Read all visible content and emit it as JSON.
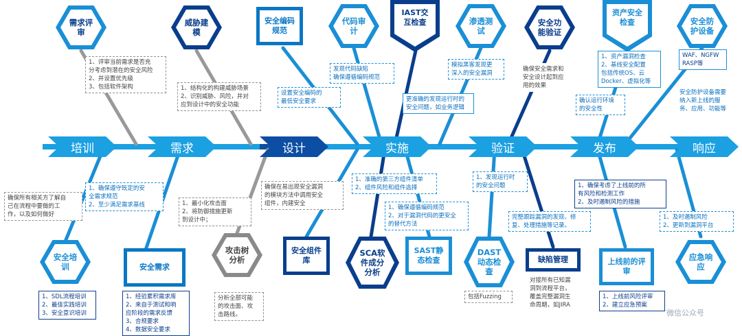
{
  "stages": [
    "培训",
    "需求",
    "设计",
    "实施",
    "验证",
    "发布",
    "响应"
  ],
  "activities": {
    "security_training": "安全培训",
    "requirement_review": "需求评审",
    "security_requirements": "安全需求",
    "threat_modeling": "威胁建模",
    "attack_tree": "攻击树分析",
    "secure_coding": "安全编码规范",
    "security_component_lib": "安全组件库",
    "code_audit": "代码审计",
    "sca": "SCA软件成分分析",
    "iast": "IAST交互检查",
    "sast": "SAST静态检查",
    "pentest": "渗透测试",
    "dast": "DAST动态检查",
    "security_function_verify": "安全功能验证",
    "defect_mgmt": "缺陷管理",
    "asset_check": "资产安全检查",
    "prelaunch_review": "上线前的评审",
    "protection_devices": "安全防护设备",
    "emergency_response": "应急响应"
  },
  "notes": {
    "review": [
      "1、评审当前需求是否充",
      "分考虑到潜在的安全风险",
      "2、并设置优先级",
      "3、包括软件架构"
    ],
    "threat": [
      "1、结构化的构建威胁场景",
      "2、识别威胁、风险，并对",
      "应到设计中的安全功能"
    ],
    "coding": [
      "设置安全编码的",
      "最低安全要求"
    ],
    "audit": [
      "发现代码缺陷",
      "确保遵循编码规范"
    ],
    "iast": [
      "更准确的发现运行时的",
      "安全问题，如业务逻辑"
    ],
    "pentest": [
      "模拟黑客发现更",
      "深入的安全漏洞"
    ],
    "func_verify": [
      "确保安全需求和",
      "安全设计起到应",
      "用的效果"
    ],
    "asset_runtime": [
      "确认运行环境",
      "的安全性"
    ],
    "asset_list": [
      "1、资产漏洞检查",
      "2、基线安全配置",
      "包括传统OS、云",
      "Docker、虚拟化等"
    ],
    "devices": [
      "WAF、NGFW",
      "RASP等"
    ],
    "devices_note": [
      "安全防护设备需要",
      "纳入新上线的服",
      "务、应用、功能等"
    ],
    "training": [
      "确保所有相关方了解自",
      "己在流程中要做的工",
      "作，以及如何做好"
    ],
    "req_note": [
      "1、确保遵守既定的安",
      "全需求规范",
      "2、至少满足需求基线"
    ],
    "attack_note": [
      "1、最小化攻击面",
      "2、将防御措施更新",
      "到设计中；"
    ],
    "design_note": [
      "确保在易出现安全漏洞",
      "的模块方法中调用安全",
      "组件，内建安全"
    ],
    "impl_note": [
      "1、准确的第三方组件清单",
      "2、组件风险和组件选择"
    ],
    "sca_note": [
      "1、确保遵循编码规范",
      "2、对于漏洞代码的更安全",
      "的替代方法"
    ],
    "dast_note": [
      "1、发现运行时",
      "的安全问题"
    ],
    "defect_note": [
      "完整跟踪漏洞的发现、修",
      "复、处理措施等记录。"
    ],
    "release_note": [
      "1、确保考虑了上线前的所",
      "有风险和检测工作",
      "2、及时遏制风险的措施"
    ],
    "response_note": [
      "1、及时遏制风险",
      "2、更新到漏洞平台"
    ],
    "training_list": [
      "1、SDL流程培训",
      "2、最佳实践培训",
      "3、安全意识培训"
    ],
    "req_list": [
      "1、经验累积需求库",
      "2、来自于测试和响",
      "应阶段的需求反馈",
      "3、合规要求",
      "4、数据安全要求"
    ],
    "attack_list": [
      "分析全部可能",
      "的攻击面、攻",
      "击路线。"
    ],
    "fuzzing": [
      "包括Fuzzing"
    ],
    "defect_list": [
      "对接所有已知漏",
      "洞到流程平台，",
      "覆盖完整漏洞生",
      "命周期，如JIRA"
    ],
    "prelaunch_list": [
      "1、上线前风险评审",
      "2、建立应急预案"
    ]
  },
  "watermark": "微信公众号",
  "colors": {
    "stage_light": "#1ba0e2",
    "stage_dark": "#0c4ea3",
    "hex_blue": "#1a8fd6",
    "hex_navy": "#0a3e8c",
    "hex_gray": "#8a8a8a"
  }
}
